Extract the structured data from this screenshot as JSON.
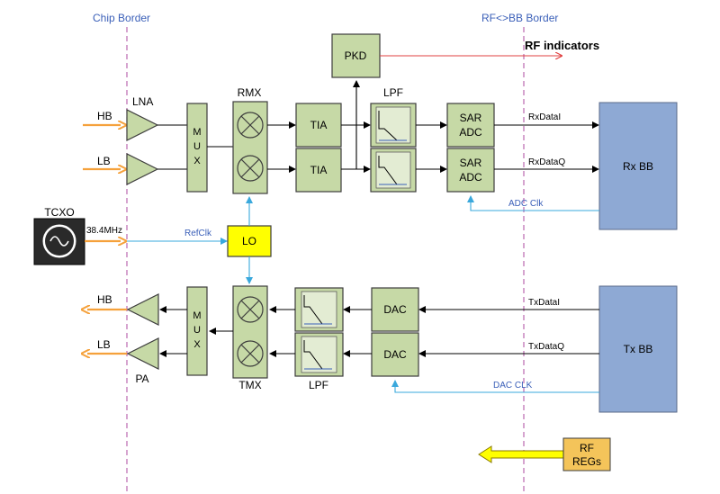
{
  "borders": {
    "chip": "Chip Border",
    "rf_bb": "RF<>BB Border"
  },
  "blocks": {
    "pkd": "PKD",
    "lna": "LNA",
    "rmx": "RMX",
    "lpf_rx": "LPF",
    "mux_rx": "MUX",
    "mux_tx": "MUX",
    "tia": "TIA",
    "sar_adc_line1": "SAR",
    "sar_adc_line2": "ADC",
    "rx_bb": "Rx BB",
    "tx_bb": "Tx BB",
    "tcxo": "TCXO",
    "lo": "LO",
    "dac": "DAC",
    "pa": "PA",
    "tmx": "TMX",
    "lpf_tx": "LPF",
    "rf_regs_line1": "RF",
    "rf_regs_line2": "REGs"
  },
  "ports": {
    "hb": "HB",
    "lb": "LB"
  },
  "signals": {
    "rf_indicators": "RF indicators",
    "rx_data_i": "RxDataI",
    "rx_data_q": "RxDataQ",
    "adc_clk": "ADC Clk",
    "tcxo_freq": "38.4MHz",
    "ref_clk": "RefClk",
    "tx_data_i": "TxDataI",
    "tx_data_q": "TxDataQ",
    "dac_clk": "DAC CLK"
  },
  "colors": {
    "block_fill": "#c6d9a6",
    "baseband_fill": "#8ea9d4",
    "lo_fill": "#ffff00",
    "regs_fill": "#f4c45a",
    "rf_port_line": "#f5a13b",
    "clock_line": "#3aa8dc",
    "border_line": "#b45aa8",
    "border_text": "#3a5fb8",
    "rf_indicator_arrow": "#e04040"
  }
}
